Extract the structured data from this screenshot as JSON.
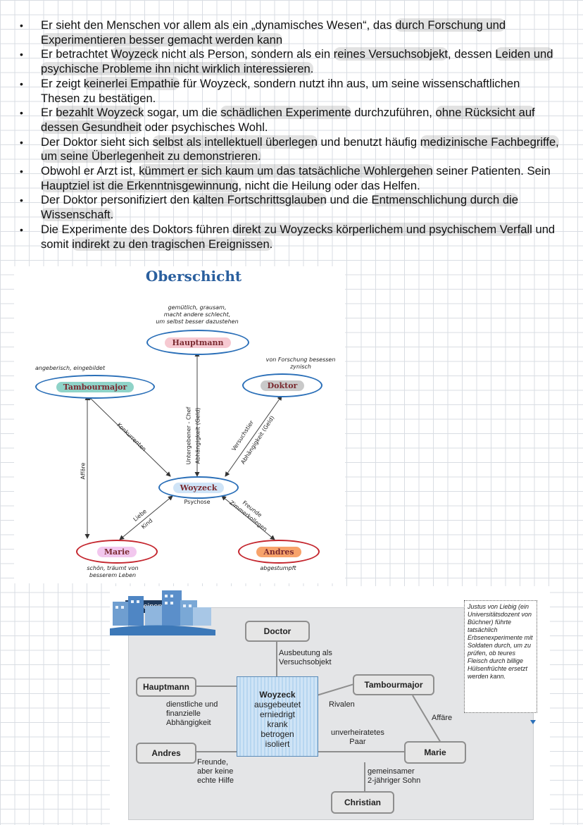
{
  "bullets": [
    [
      {
        "t": "Er sieht den Menschen vor allem als ein „dynamisches Wesen“, das ",
        "h": false
      },
      {
        "t": "durch Forschung und Experimentieren besser gemacht werden kann",
        "h": true
      }
    ],
    [
      {
        "t": "Er betrachtet ",
        "h": false
      },
      {
        "t": "Woyzeck",
        "h": true
      },
      {
        "t": " nicht als Person, sondern als ein ",
        "h": false
      },
      {
        "t": "reines Versuchsobjekt",
        "h": true
      },
      {
        "t": ", dessen ",
        "h": false
      },
      {
        "t": "Leiden und psychische Probleme ihn nicht wirklich interessieren.",
        "h": true
      }
    ],
    [
      {
        "t": "Er zeigt ",
        "h": false
      },
      {
        "t": "keinerlei Empathie",
        "h": true
      },
      {
        "t": " für Woyzeck, sondern nutzt ihn aus, um seine wissenschaftlichen Thesen zu bestätigen.",
        "h": false
      }
    ],
    [
      {
        "t": "Er ",
        "h": false
      },
      {
        "t": "bezahlt Woyzeck",
        "h": true
      },
      {
        "t": " sogar, um die ",
        "h": false
      },
      {
        "t": "schädlichen Experimente",
        "h": true
      },
      {
        "t": " durchzuführen, ",
        "h": false
      },
      {
        "t": "ohne Rücksicht auf dessen Gesundheit",
        "h": true
      },
      {
        "t": " oder psychisches Wohl.",
        "h": false
      }
    ],
    [
      {
        "t": "Der Doktor sieht sich ",
        "h": false
      },
      {
        "t": "selbst als intellektuell überlegen",
        "h": true
      },
      {
        "t": " und benutzt häufig ",
        "h": false
      },
      {
        "t": "medizinische Fachbegriffe, um seine Überlegenheit zu demonstrieren.",
        "h": true
      }
    ],
    [
      {
        "t": "Obwohl er Arzt ist, ",
        "h": false
      },
      {
        "t": "kümmert er sich kaum um das tatsächliche Wohlergehen",
        "h": true
      },
      {
        "t": " seiner Patienten. Sein ",
        "h": false
      },
      {
        "t": "Hauptziel ist die Erkenntnisgewinnung",
        "h": true
      },
      {
        "t": ", nicht die Heilung oder das Helfen.",
        "h": false
      }
    ],
    [
      {
        "t": "Der Doktor personifiziert den ",
        "h": false
      },
      {
        "t": "kalten Fortschrittsglauben",
        "h": true
      },
      {
        "t": " und die ",
        "h": false
      },
      {
        "t": "Entmenschlichung durch die Wissenschaft.",
        "h": true
      }
    ],
    [
      {
        "t": "Die Experimente des Doktors führen ",
        "h": false
      },
      {
        "t": "direkt zu Woyzecks körperlichem und psychischem Verfall",
        "h": true
      },
      {
        "t": " und somit ",
        "h": false
      },
      {
        "t": "indirekt zu den tragischen Ereignissen.",
        "h": true
      }
    ]
  ],
  "diagram1": {
    "title": "Oberschicht",
    "nodes": {
      "hauptmann": "Hauptmann",
      "tambourmajor": "Tambourmajor",
      "doktor": "Doktor",
      "woyzeck": "Woyzeck",
      "marie": "Marie",
      "andres": "Andres"
    },
    "notes": {
      "hauptmann": [
        "gemütlich, grausam,",
        "macht andere schlecht,",
        "um selbst besser dazustehen"
      ],
      "tambourmajor": "angeberisch, eingebildet",
      "doktor": [
        "von Forschung besessen",
        "zynisch"
      ],
      "woyzeck": "Psychose",
      "marie": [
        "schön, träumt von",
        "besserem Leben"
      ],
      "andres": "abgestumpft"
    },
    "edges": {
      "konkurrenten": "Konkurrenten",
      "untergebener": "Untergebener - Chef",
      "abhaengigkeit": "Abhängigkeit (Geld)",
      "versuchstier": "Versuchstier",
      "abhaengigkeit2": "Abhängigkeit (Geld)",
      "affaere": "Affäre",
      "liebe": "Liebe",
      "kind": "Kind",
      "freunde": "Freunde",
      "zimmerkollegen": "Zimmerkollegen"
    },
    "colors": {
      "blue_border": "#2a6fb8",
      "red_border": "#c4262e",
      "hauptmann_fill": "#f6c9d1",
      "tambourmajor_fill": "#8fd3c8",
      "doktor_fill": "#c9c9c9",
      "woyzeck_fill": "#cfe4f7",
      "marie_fill": "#f2c7ee",
      "andres_fill": "#f7a36b"
    }
  },
  "diagram2": {
    "tag": "Auf einen Blick",
    "doctor": "Doctor",
    "hauptmann": "Hauptmann",
    "tambourmajor": "Tambourmajor",
    "andres": "Andres",
    "marie": "Marie",
    "christian": "Christian",
    "woyzeck_title": "Woyzeck",
    "woyzeck_lines": [
      "ausgebeutet",
      "erniedrigt",
      "krank",
      "betrogen",
      "isoliert"
    ],
    "ausbeutung": [
      "Ausbeutung als",
      "Versuchsobjekt"
    ],
    "abhaengigkeit": [
      "dienstliche und",
      "finanzielle",
      "Abhängigkeit"
    ],
    "rivalen": "Rivalen",
    "affaere": "Affäre",
    "paar": [
      "unverheiratetes",
      "Paar"
    ],
    "freunde": [
      "Freunde,",
      "aber keine",
      "echte Hilfe"
    ],
    "sohn": [
      "gemeinsamer",
      "2-jähriger Sohn"
    ],
    "sidenote": "Justus von Liebig (ein Universitätsdozent von Büchner) führte tatsächlich Erbsenexperimente mit Soldaten durch, um zu prüfen, ob teures Fleisch durch billige Hülsenfrüchte ersetzt werden kann."
  }
}
